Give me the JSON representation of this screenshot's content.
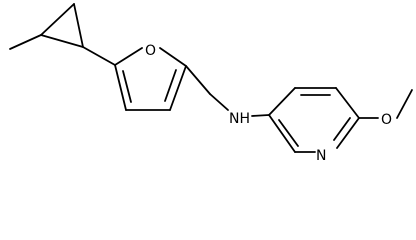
{
  "molecule": {
    "atoms": {
      "furan_oxygen": "O",
      "amine_nitrogen": "NH",
      "pyridine_nitrogen": "N",
      "methoxy_oxygen": "O"
    }
  }
}
